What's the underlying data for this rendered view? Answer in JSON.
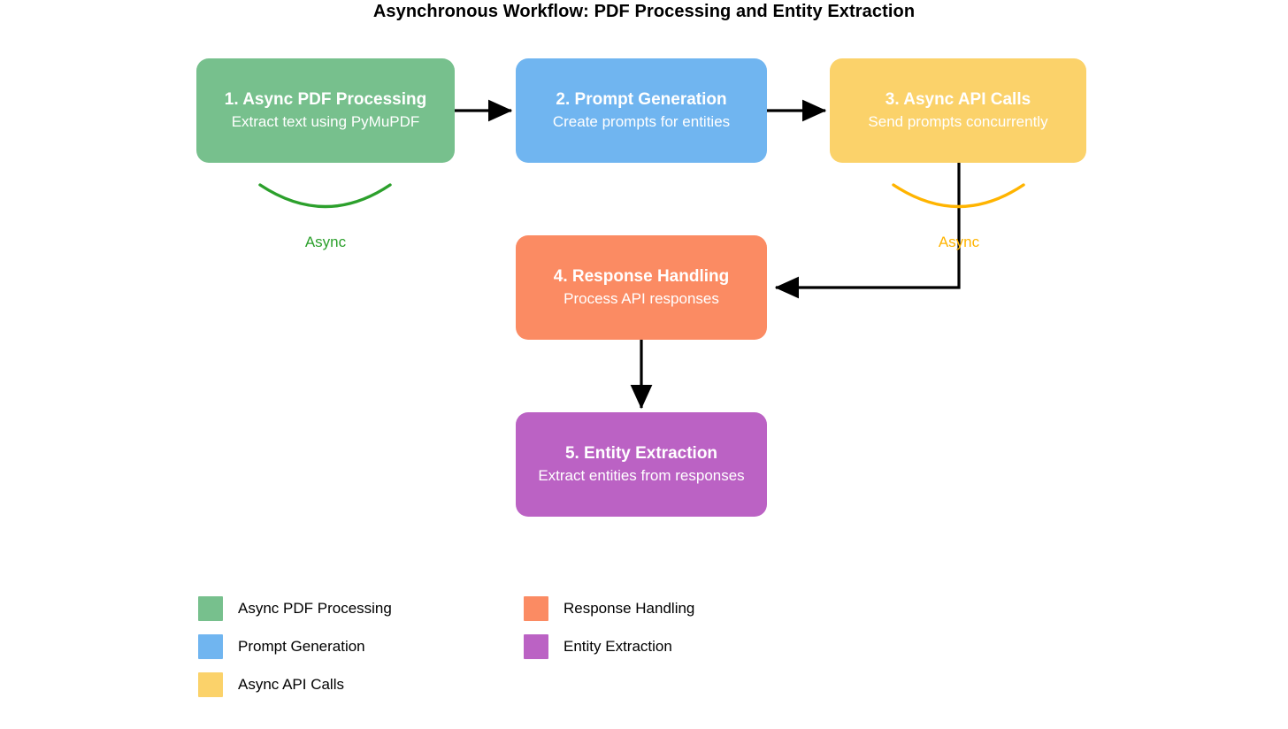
{
  "title": "Asynchronous Workflow: PDF Processing and Entity Extraction",
  "nodes": [
    {
      "id": "node-1",
      "title": "1. Async PDF Processing",
      "subtitle": "Extract text using PyMuPDF",
      "color": "#77c08d"
    },
    {
      "id": "node-2",
      "title": "2. Prompt Generation",
      "subtitle": "Create prompts for entities",
      "color": "#70b5f0"
    },
    {
      "id": "node-3",
      "title": "3. Async API Calls",
      "subtitle": "Send prompts concurrently",
      "color": "#fbd26a"
    },
    {
      "id": "node-4",
      "title": "4. Response Handling",
      "subtitle": "Process API responses",
      "color": "#fb8b63"
    },
    {
      "id": "node-5",
      "title": "5. Entity Extraction",
      "subtitle": "Extract entities from responses",
      "color": "#bb62c4"
    }
  ],
  "async_annotations": [
    {
      "label": "Async",
      "color": "#2ca02c"
    },
    {
      "label": "Async",
      "color": "#ffb400"
    }
  ],
  "connectors": {
    "color": "#000000",
    "edges": [
      {
        "from": "1. Async PDF Processing",
        "to": "2. Prompt Generation"
      },
      {
        "from": "2. Prompt Generation",
        "to": "3. Async API Calls"
      },
      {
        "from": "3. Async API Calls",
        "to": "4. Response Handling"
      },
      {
        "from": "4. Response Handling",
        "to": "5. Entity Extraction"
      }
    ]
  },
  "legend": {
    "left_column": [
      {
        "label": "Async PDF Processing",
        "color": "#77c08d"
      },
      {
        "label": "Prompt Generation",
        "color": "#70b5f0"
      },
      {
        "label": "Async API Calls",
        "color": "#fbd26a"
      }
    ],
    "right_column": [
      {
        "label": "Response Handling",
        "color": "#fb8b63"
      },
      {
        "label": "Entity Extraction",
        "color": "#bb62c4"
      }
    ]
  }
}
